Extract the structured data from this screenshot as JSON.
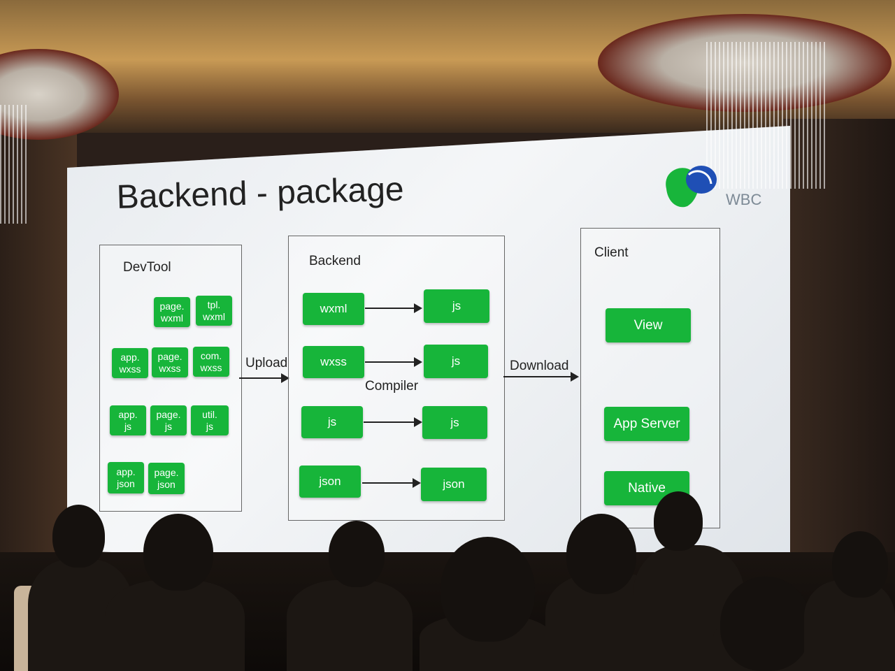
{
  "slide": {
    "title": "Backend - package",
    "logo_text": "WBC",
    "devtool": {
      "label": "DevTool",
      "files": [
        "page.\nwxml",
        "tpl.\nwxml",
        "app.\nwxss",
        "page.\nwxss",
        "com.\nwxss",
        "app.\njs",
        "page.\njs",
        "util.\njs",
        "app.\njson",
        "page.\njson"
      ]
    },
    "upload_label": "Upload",
    "backend": {
      "label": "Backend",
      "compiler_label": "Compiler",
      "inputs": [
        "wxml",
        "wxss",
        "js",
        "json"
      ],
      "outputs": [
        "js",
        "js",
        "js",
        "json"
      ]
    },
    "download_label": "Download",
    "client": {
      "label": "Client",
      "items": [
        "View",
        "App Server",
        "Native"
      ]
    }
  },
  "colors": {
    "accent_green": "#17b53a",
    "logo_blue": "#1f4fb5",
    "logo_green": "#18b53b"
  }
}
